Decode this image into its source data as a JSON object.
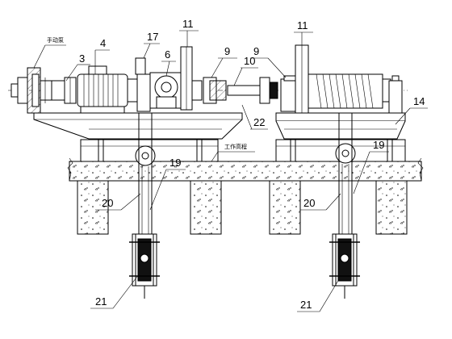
{
  "diagram": {
    "labels": {
      "l3": "3",
      "l4": "4",
      "l6": "6",
      "l9a": "9",
      "l9b": "9",
      "l10": "10",
      "l11a": "11",
      "l11b": "11",
      "l14": "14",
      "l17": "17",
      "l19a": "19",
      "l19b": "19",
      "l20a": "20",
      "l20b": "20",
      "l21a": "21",
      "l21b": "21",
      "l22": "22"
    },
    "small_text": {
      "top_left_note": "手动泵",
      "center_note": "工作高程"
    }
  }
}
